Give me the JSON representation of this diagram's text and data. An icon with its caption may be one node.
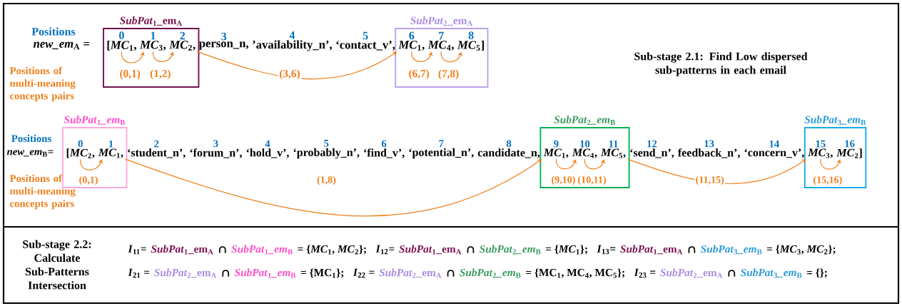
{
  "diagram": {
    "nodes": [
      {
        "text": [
          "*SubPat*$_{1}$_em$_{A}$"
        ]
      },
      {
        "text": [
          "[*MC*$_{1}$,"
        ],
        "in": 0,
        "beside": [
          "0"
        ]
      },
      {
        "text": [
          "*MC*$_{3}$,"
        ],
        "in": 0,
        "beside": [
          "1"
        ]
      },
      {
        "text": [
          "*MC*$_{2}$,"
        ],
        "in": 0,
        "beside": [
          "2"
        ]
      },
      {
        "text": [
          "person_n,"
        ],
        "beside": [
          "3"
        ]
      },
      {
        "text": [
          "’availability_n’,"
        ],
        "beside": [
          "4"
        ]
      },
      {
        "text": [
          "‘contact_v’,"
        ],
        "beside": [
          "5"
        ]
      },
      {
        "text": [
          "*SubPat*$_{2}$_em$_{A}$"
        ]
      },
      {
        "text": [
          "*MC*$_{1}$,"
        ],
        "in": 7,
        "beside": [
          "6"
        ]
      },
      {
        "text": [
          "*MC*$_{4}$,"
        ],
        "in": 7,
        "beside": [
          "7"
        ]
      },
      {
        "text": [
          "*MC*$_{5}$]"
        ],
        "in": 7,
        "beside": [
          "8"
        ]
      },
      {
        "text": [
          "*SubPat*$_{1}$*_em*$_{B}$"
        ]
      },
      {
        "text": [
          "[*MC*$_{2}$,"
        ],
        "in": 11,
        "beside": [
          "0"
        ]
      },
      {
        "text": [
          "*MC*$_{1}$,"
        ],
        "in": 11,
        "beside": [
          "1"
        ]
      },
      {
        "text": [
          "‘student_n’,"
        ],
        "beside": [
          "2"
        ]
      },
      {
        "text": [
          "‘forum_n’,"
        ],
        "beside": [
          "3"
        ]
      },
      {
        "text": [
          "‘hold_v’,"
        ],
        "beside": [
          "4"
        ]
      },
      {
        "text": [
          "‘probably_n’,"
        ],
        "beside": [
          "5"
        ]
      },
      {
        "text": [
          "‘find_v’,"
        ],
        "beside": [
          "6"
        ]
      },
      {
        "text": [
          "‘potential_n’,"
        ],
        "beside": [
          "7"
        ]
      },
      {
        "text": [
          "candidate_n,"
        ],
        "beside": [
          "8"
        ]
      },
      {
        "text": [
          "*SubPat*$_{2}$*_em*$_{B}$"
        ]
      },
      {
        "text": [
          "*MC*$_{1}$,"
        ],
        "in": 21,
        "beside": [
          "9"
        ]
      },
      {
        "text": [
          "*MC*$_{4}$,"
        ],
        "in": 21,
        "beside": [
          "10"
        ]
      },
      {
        "text": [
          "*MC*$_{5}$,"
        ],
        "in": 21,
        "beside": [
          "11"
        ]
      },
      {
        "text": [
          "‘send_n’,"
        ],
        "beside": [
          "12"
        ]
      },
      {
        "text": [
          "feedback_n’,"
        ],
        "beside": [
          "13"
        ]
      },
      {
        "text": [
          "‘concern_v’,"
        ],
        "beside": [
          "14"
        ]
      },
      {
        "text": [
          "*SubPat*$_{3}$*_em*$_{B}$"
        ]
      },
      {
        "text": [
          "*MC*$_{3}$,"
        ],
        "in": 28,
        "beside": [
          "15"
        ]
      },
      {
        "text": [
          "*MC*$_{2}$]"
        ],
        "in": 28,
        "beside": [
          "16"
        ]
      }
    ],
    "edges": [
      {
        "from": 1,
        "to": 2,
        "arrow": "to",
        "label": "(0,1)"
      },
      {
        "from": 2,
        "to": 3,
        "arrow": "to",
        "label": "(1,2)"
      },
      {
        "from": 3,
        "to": 8,
        "arrow": "to",
        "label": "(3,6)"
      },
      {
        "from": 8,
        "to": 9,
        "arrow": "to",
        "label": "(6,7)"
      },
      {
        "from": 9,
        "to": 10,
        "arrow": "to",
        "label": "(7,8)"
      },
      {
        "from": 12,
        "to": 13,
        "arrow": "to",
        "label": "(0,1)"
      },
      {
        "from": 13,
        "to": 22,
        "arrow": "to",
        "label": "(1,8)"
      },
      {
        "from": 22,
        "to": 23,
        "arrow": "to",
        "label": "(9,10)"
      },
      {
        "from": 23,
        "to": 24,
        "arrow": "to",
        "label": "(10,11)"
      },
      {
        "from": 24,
        "to": 29,
        "arrow": "to",
        "label": "(11,15)"
      },
      {
        "from": 29,
        "to": 30,
        "arrow": "to",
        "label": "(15,16)"
      }
    ],
    "labels": [
      "Positions",
      "*new_em*$_{A}$ =",
      "Positions of multi-meaning concepts pairs",
      "Sub-stage 2.1: Find Low dispersed sub-patterns in each email",
      "Positions",
      "*new_em*$_{B}$=",
      "Positions of multi-meaning concepts pairs",
      "Sub-stage 2.2: Calculate Sub-Patterns Intersection",
      "*I*$_{11}$=",
      "*SubPat*$_{1}$_em$_{A}$",
      "∩",
      "*SubPat*$_{1}$*_em*$_{B}$",
      "= {*MC*$_{1}$, *MC*$_{2}$};",
      "*I*$_{12}$=",
      "*SubPat*$_{1}$_em$_{A}$",
      "∩",
      "*SubPat*$_{2}$*_em*$_{B}$",
      "= {*MC*$_{1}$};",
      "*I*$_{13}$=",
      "*SubPat*$_{1}$_em$_{A}$",
      "∩",
      "*SubPat*$_{3}$*_em*$_{B}$",
      "= {*MC*$_{3}$, *MC*$_{2}$};",
      "*I*$_{21}$ =",
      "*SubPat*$_{2}$_em$_{A}$",
      "∩",
      "*SubPat*$_{1}$*_em*$_{B}$",
      "= {MC$_{1}$};",
      "*I*$_{22}$ =",
      "*SubPat*$_{2}$_em$_{A}$",
      "∩",
      "*SubPat*$_{2}$*_em*$_{B}$",
      "= {MC$_{1}$, MC$_{4}$, MC$_{5}$};",
      "*I*$_{23}$ =",
      "*SubPat*$_{2}$_em$_{A}$",
      "∩",
      "*SubPat*$_{3}$*_em*$_{B}$",
      "= {};"
    ]
  }
}
